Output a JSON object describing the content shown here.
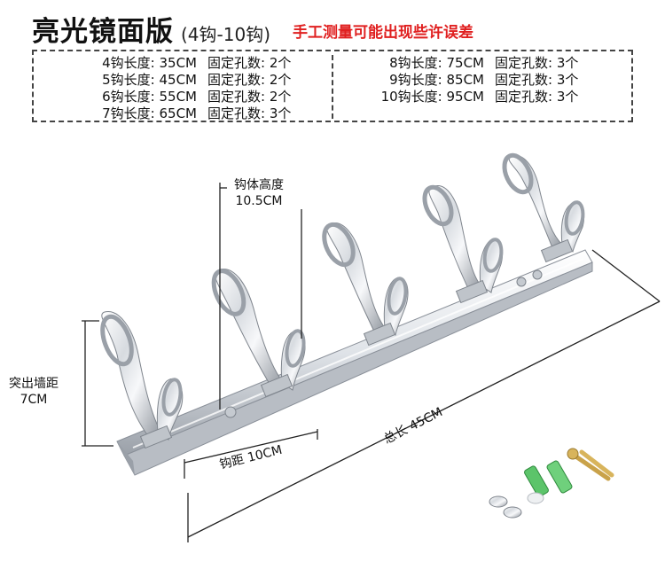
{
  "header": {
    "title": "亮光镜面版",
    "subtitle": "(4钩-10钩)",
    "note": "手工测量可能出现些许误差"
  },
  "specs": {
    "left": [
      {
        "length": "4钩长度: 35CM",
        "holes": "固定孔数: 2个"
      },
      {
        "length": "5钩长度: 45CM",
        "holes": "固定孔数: 2个"
      },
      {
        "length": "6钩长度: 55CM",
        "holes": "固定孔数: 2个"
      },
      {
        "length": "7钩长度: 65CM",
        "holes": "固定孔数: 3个"
      }
    ],
    "right": [
      {
        "length": "8钩长度: 75CM",
        "holes": "固定孔数: 3个"
      },
      {
        "length": "9钩长度: 85CM",
        "holes": "固定孔数: 3个"
      },
      {
        "length": "10钩长度: 95CM",
        "holes": "固定孔数: 3个"
      }
    ]
  },
  "dimensions": {
    "hook_height_label": "钩体高度",
    "hook_height_value": "10.5CM",
    "wall_distance_label": "突出墙距",
    "wall_distance_value": "7CM",
    "hook_spacing": "钩距 10CM",
    "total_length": "总长 45CM"
  },
  "colors": {
    "note": "#e02020",
    "chrome_light": "#f4f6f8",
    "chrome_dark": "#8a9099",
    "anchor_green": "#5cc46a",
    "screw_gold": "#c9a24a"
  }
}
